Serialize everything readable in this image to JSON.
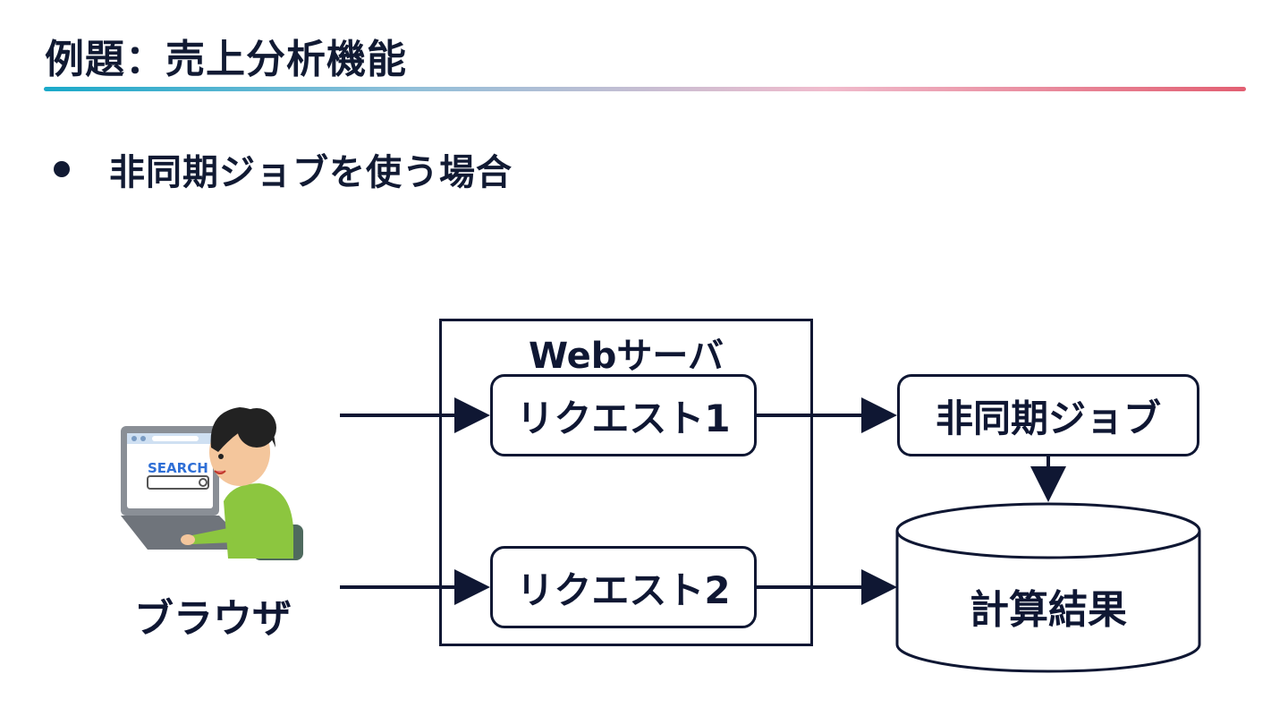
{
  "slide": {
    "title": "例題：売上分析機能",
    "bullet": "非同期ジョブを使う場合"
  },
  "diagram": {
    "browser_label": "ブラウザ",
    "search_text": "SEARCH",
    "server_label": "Webサーバ",
    "request1_label": "リクエスト1",
    "request2_label": "リクエスト2",
    "job_label": "非同期ジョブ",
    "db_label": "計算結果"
  },
  "colors": {
    "ink": "#0f1733",
    "rule_start": "#1aa9c9",
    "rule_end": "#e25f72",
    "person_shirt": "#8cc63f",
    "person_hair": "#222222",
    "laptop_body": "#8a8f96"
  },
  "icons": {
    "browser": "person-at-laptop-illustration"
  }
}
